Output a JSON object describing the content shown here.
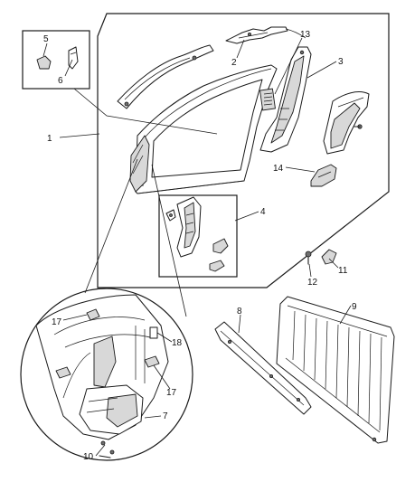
{
  "callouts": [
    {
      "id": "c1",
      "label": "1"
    },
    {
      "id": "c2",
      "label": "2"
    },
    {
      "id": "c3",
      "label": "3"
    },
    {
      "id": "c4",
      "label": "4"
    },
    {
      "id": "c5",
      "label": "5"
    },
    {
      "id": "c6",
      "label": "6"
    },
    {
      "id": "c7",
      "label": "7"
    },
    {
      "id": "c8",
      "label": "8"
    },
    {
      "id": "c9",
      "label": "9"
    },
    {
      "id": "c10",
      "label": "10"
    },
    {
      "id": "c11",
      "label": "11"
    },
    {
      "id": "c12",
      "label": "12"
    },
    {
      "id": "c13",
      "label": "13"
    },
    {
      "id": "c14",
      "label": "14"
    },
    {
      "id": "c17a",
      "label": "17"
    },
    {
      "id": "c17b",
      "label": "17"
    },
    {
      "id": "c18",
      "label": "18"
    }
  ],
  "colors": {
    "ink": "#1a1a1a",
    "background": "#ffffff"
  }
}
